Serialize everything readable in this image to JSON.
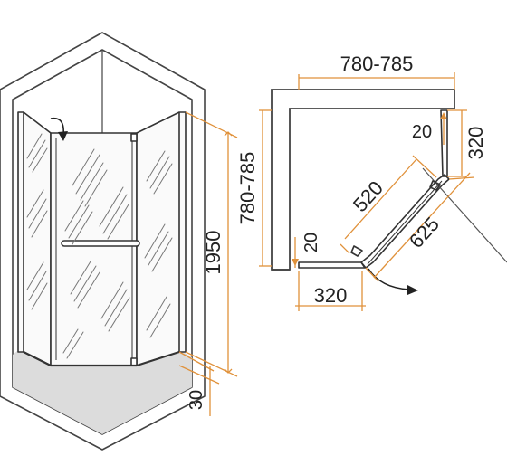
{
  "colors": {
    "line": "#333333",
    "dimension": "#e0913a",
    "wall": "#444444",
    "glass_fill": "#fafafa",
    "glass_hatch": "#777777",
    "floor": "#dcdcdc"
  },
  "icons": {
    "door_swing_left": "curved-arrow-icon",
    "door_swing_plan": "curved-arrow-icon"
  },
  "front_view": {
    "height_label": "1950",
    "tray_label": "30"
  },
  "plan_view": {
    "width_label": "780-785",
    "depth_label": "780-785",
    "right_fixed_label": "320",
    "bottom_fixed_label": "320",
    "door_label": "520",
    "diagonal_label": "625",
    "gap_top_label": "20",
    "gap_left_label": "20"
  }
}
